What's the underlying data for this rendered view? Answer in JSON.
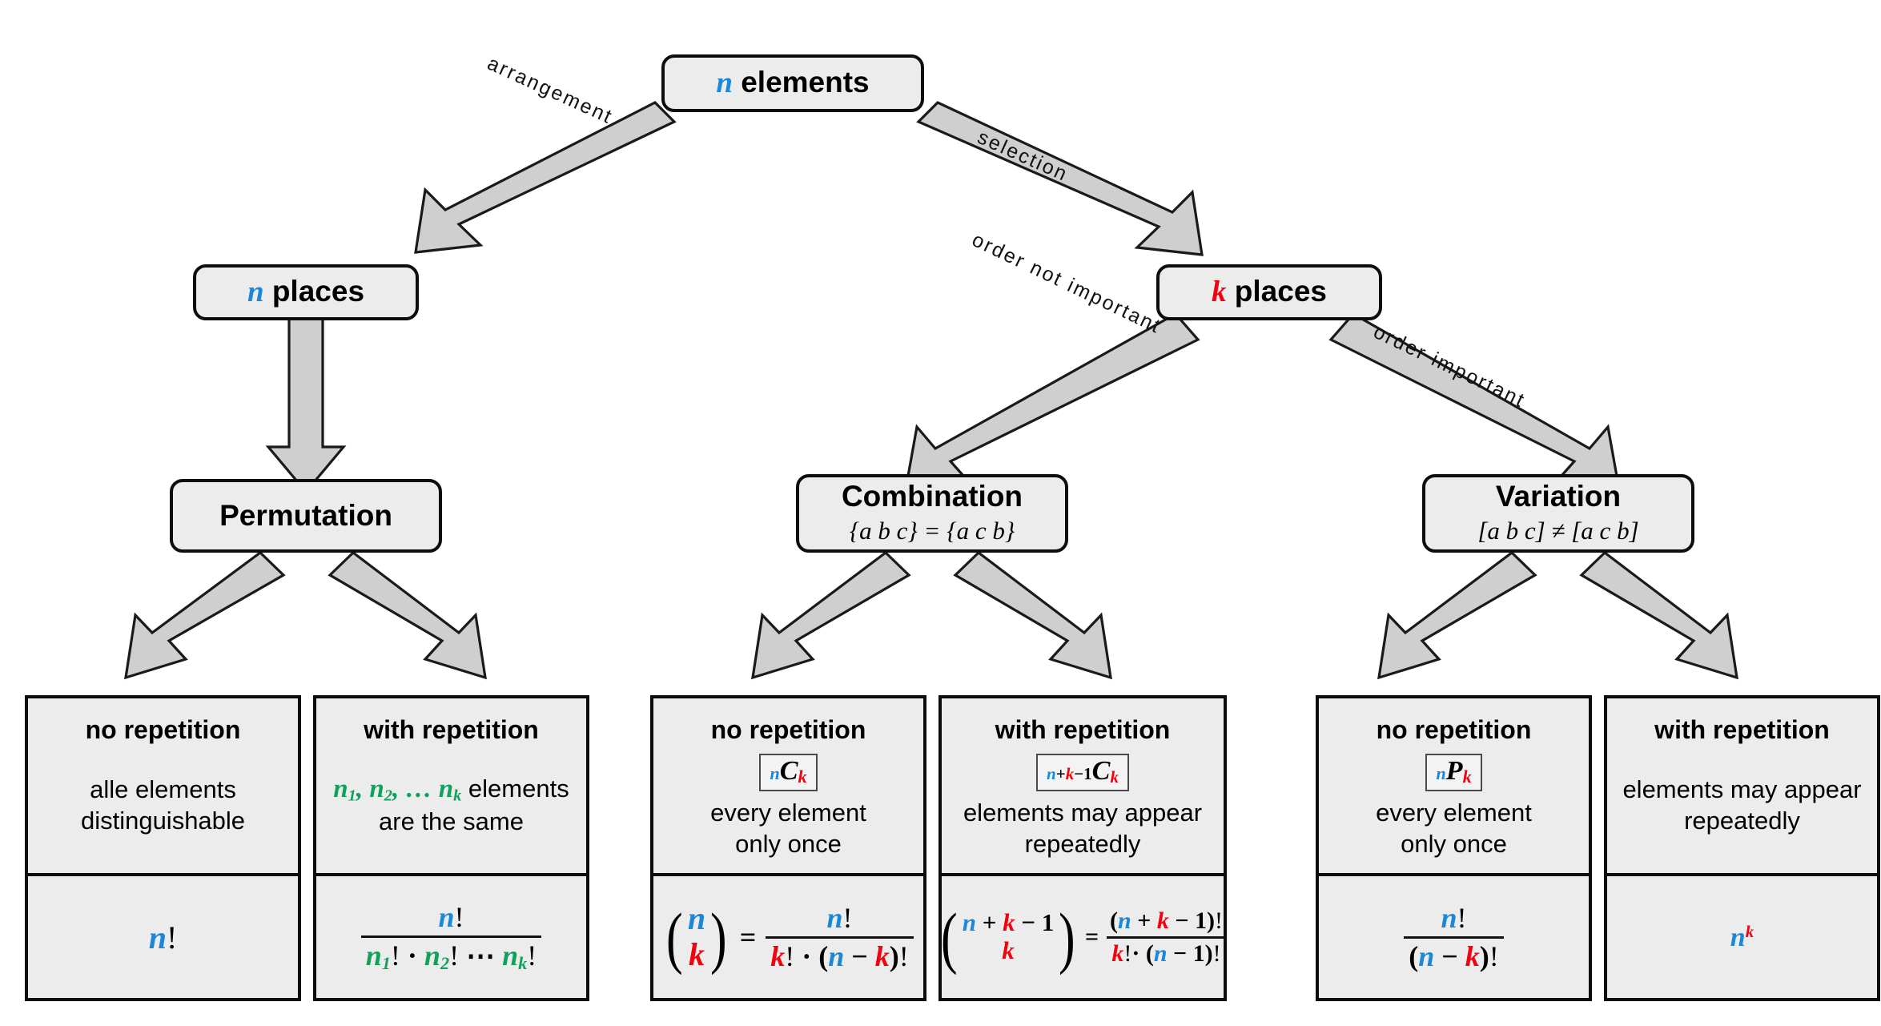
{
  "diagram": {
    "title": "Combinatorics decision tree",
    "colors": {
      "n": "#1a87d8",
      "k": "#f5000f",
      "multiset": "#13a05c",
      "node_fill": "#ececec",
      "node_stroke": "#0d0d0d",
      "arrow_fill": "#cfcfcf"
    }
  },
  "root": {
    "label_var": "n",
    "label_text": "elements"
  },
  "edges": {
    "arrangement": "arrangement",
    "selection": "selection",
    "order_not_important": "order not important",
    "order_important": "order important"
  },
  "level2": {
    "left": {
      "var": "n",
      "text": "places"
    },
    "right": {
      "var": "k",
      "text": "places"
    }
  },
  "level3": {
    "permutation": {
      "title": "Permutation",
      "sub": ""
    },
    "combination": {
      "title": "Combination",
      "sub": "{a b c} = {a c b}"
    },
    "variation": {
      "title": "Variation",
      "sub": "[a b c] ≠ [a c b]"
    }
  },
  "leaves": [
    {
      "group": "permutation",
      "header": "no repetition",
      "notation": "",
      "desc": "alle elements distinguishable",
      "formula": "n!"
    },
    {
      "group": "permutation",
      "header": "with repetition",
      "notation": "",
      "desc": "n₁, n₂, … nₖ elements are the same",
      "formula": "n! / (n₁! · n₂! ⋯ nₖ!)"
    },
    {
      "group": "combination",
      "header": "no repetition",
      "notation": "nCk",
      "desc": "every element only once",
      "formula": "(n choose k) = n! / (k! · (n − k)!)"
    },
    {
      "group": "combination",
      "header": "with repetition",
      "notation": "n+k−1Ck",
      "desc": "elements may appear repeatedly",
      "formula": "(n + k − 1 choose k) = (n + k − 1)! / (k! · (n − 1)!)"
    },
    {
      "group": "variation",
      "header": "no repetition",
      "notation": "nPk",
      "desc": "every element only once",
      "formula": "n! / (n − k)!"
    },
    {
      "group": "variation",
      "header": "with repetition",
      "notation": "",
      "desc": "elements may appear repeatedly",
      "formula": "nᵏ"
    }
  ],
  "text": {
    "no_repetition": "no repetition",
    "with_repetition": "with repetition",
    "alle_elements": "alle elements",
    "distinguishable": "distinguishable",
    "are_the_same": "are the same",
    "every_element": "every element",
    "only_once": "only once",
    "elements_may_appear": "elements may appear",
    "repeatedly": "repeatedly",
    "elements_word": "elements"
  }
}
